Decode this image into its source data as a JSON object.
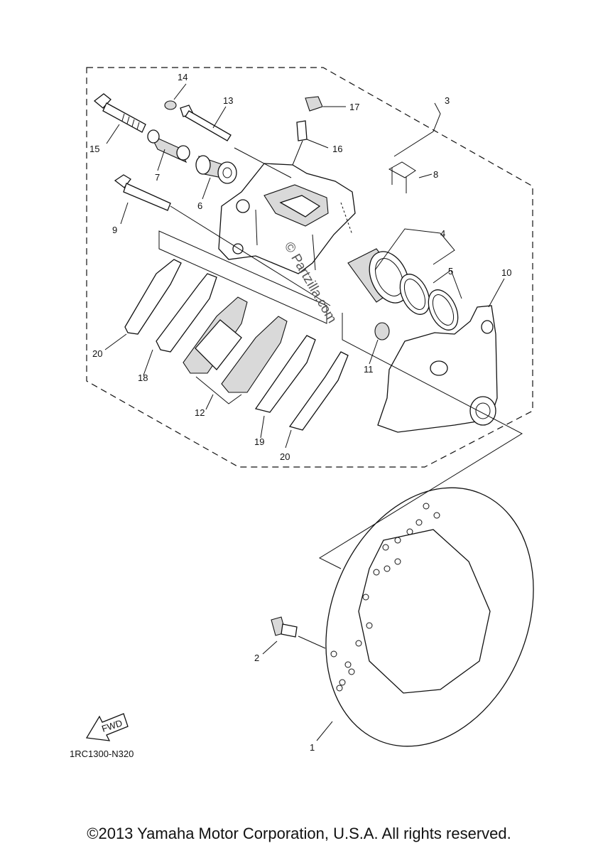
{
  "callouts": {
    "c1": "1",
    "c2": "2",
    "c3": "3",
    "c4": "4",
    "c5": "5",
    "c6": "6",
    "c7": "7",
    "c8": "8",
    "c9": "9",
    "c10": "10",
    "c11": "11",
    "c12": "12",
    "c13": "13",
    "c14": "14",
    "c15": "15",
    "c16": "16",
    "c17": "17",
    "c18": "18",
    "c19": "19",
    "c20a": "20",
    "c20b": "20"
  },
  "watermark": "© Partzilla.com",
  "fwd_label": "FWD",
  "diagram_code": "1RC1300-N320",
  "copyright": "©2013 Yamaha Motor Corporation, U.S.A. All rights reserved."
}
